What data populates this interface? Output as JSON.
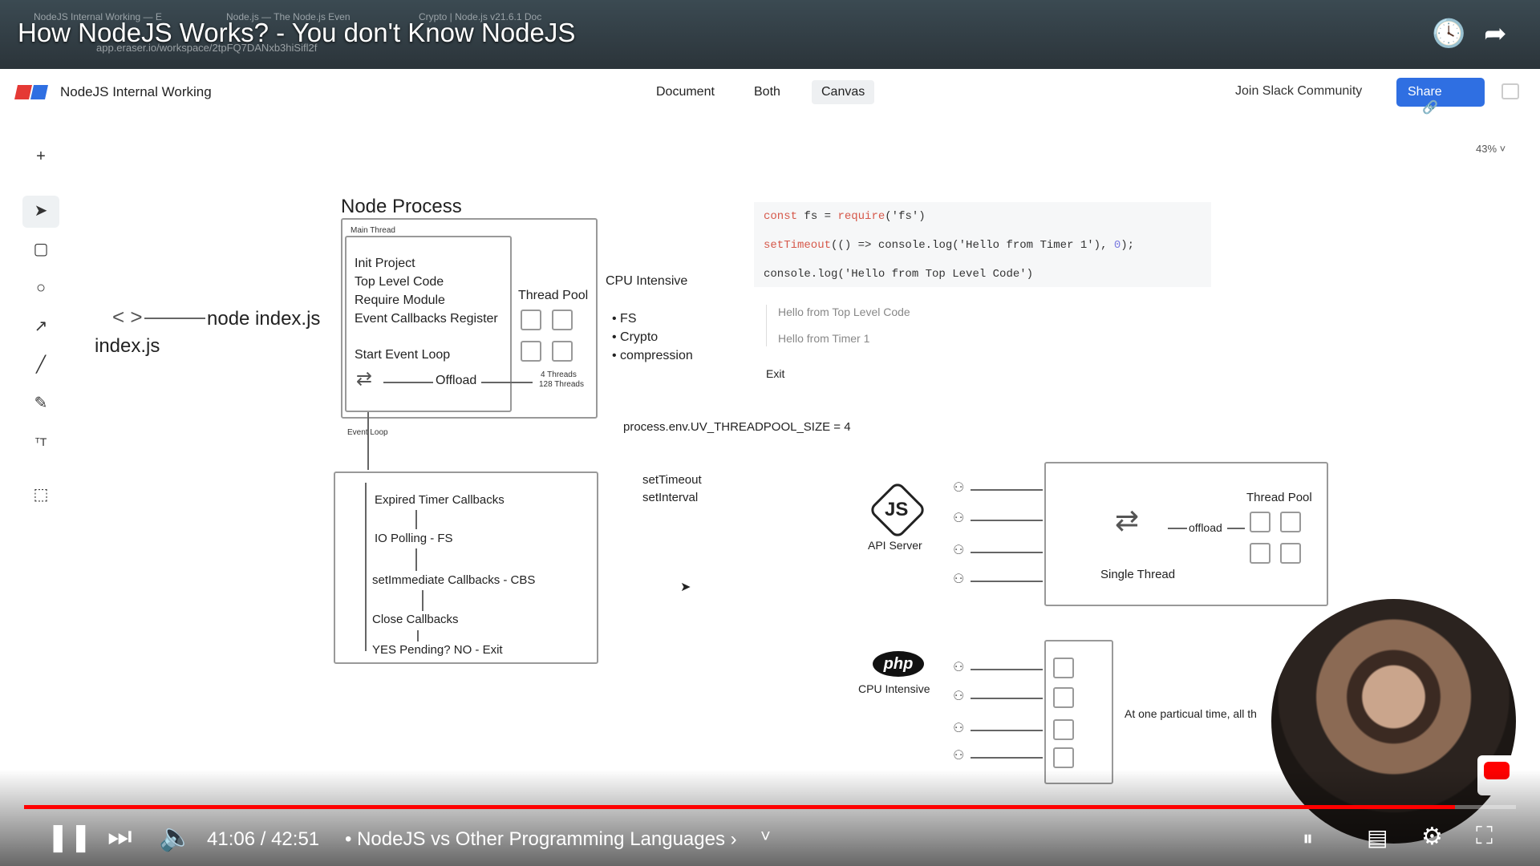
{
  "video": {
    "title": "How NodeJS Works? - You don't Know NodeJS",
    "time_current": "41:06",
    "time_total": "42:51",
    "time_separator": "/",
    "chapter": "• NodeJS vs Other Programming Languages ›",
    "progress": 0.959
  },
  "browser": {
    "tabs": [
      "NodeJS Internal Working — E",
      "Node.js — The Node.js Even",
      "Crypto | Node.js v21.6.1 Doc"
    ],
    "address": "app.eraser.io/workspace/2tpFQ7DANxb3hiSifl2f"
  },
  "header": {
    "board_title": "NodeJS Internal Working",
    "views": [
      "Document",
      "Both",
      "Canvas"
    ],
    "active_view": "Canvas",
    "slack": "Join Slack Community",
    "share": "Share"
  },
  "zoom": "43% ˅",
  "diagram": {
    "node_process": {
      "title": "Node Process",
      "main_thread_label": "Main Thread",
      "steps": [
        "Init Project",
        "Top Level Code",
        "Require Module",
        "Event Callbacks Register"
      ],
      "start_loop": "Start Event Loop",
      "offload": "Offload",
      "thread_pool": "Thread Pool",
      "threads_note": [
        "4 Threads",
        "128 Threads"
      ],
      "event_loop_label": "Event Loop"
    },
    "cpu_intensive_title": "CPU Intensive",
    "cpu_items": [
      "• FS",
      "• Crypto",
      "• compression"
    ],
    "file": {
      "name": "index.js",
      "command": "node index.js",
      "brackets": "< >"
    },
    "event_loop": {
      "phases": [
        "Expired Timer Callbacks",
        "IO Polling - FS",
        "setImmediate Callbacks - CBS",
        "Close Callbacks",
        "YES Pending? NO - Exit"
      ]
    },
    "timers": [
      "setTimeout",
      "setInterval"
    ],
    "env_var": "process.env.UV_THREADPOOL_SIZE = 4",
    "code_lines": [
      {
        "a": "const",
        "b": " fs = ",
        "c": "require",
        "d": "('fs')"
      },
      {
        "a": "setTimeout",
        "b": "(() => console.log('Hello from Timer 1'), ",
        "c": "0",
        "d": ");"
      },
      {
        "a": "",
        "b": "console.log('Hello from Top Level Code')",
        "c": "",
        "d": ""
      }
    ],
    "output_lines": [
      "Hello from Top Level Code",
      "Hello from Timer 1"
    ],
    "exit": "Exit",
    "api_server": {
      "badge": "JS",
      "label": "API Server",
      "single_thread": "Single Thread",
      "offload": "offload",
      "thread_pool": "Thread Pool"
    },
    "php": {
      "badge": "php",
      "label": "CPU Intensive",
      "note": "At one particual time, all th"
    }
  },
  "colors": {
    "accent": "#2f6fe2",
    "code_keyword": "#d6584a",
    "progress": "#ff0000"
  }
}
